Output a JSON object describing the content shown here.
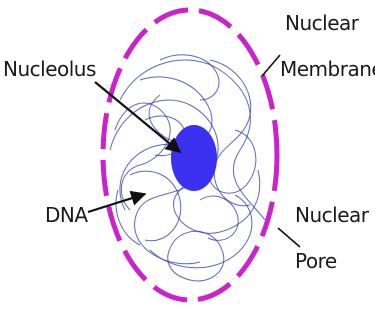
{
  "labels": {
    "nucleolus": "Nucleolus",
    "dna": "DNA",
    "membrane_line1": "Nuclear",
    "membrane_line2": "Membrane",
    "pore_line1": "Nuclear",
    "pore_line2": "Pore"
  },
  "colors": {
    "membrane": "#cc22cc",
    "nucleolus": "#3b2ff0",
    "dna": "#3340b0",
    "text": "#1a1a1a",
    "arrow": "#111111"
  },
  "icons": {
    "nucleolus": "filled-ellipse",
    "dna": "tangled-strands",
    "membrane": "dashed-ring"
  }
}
